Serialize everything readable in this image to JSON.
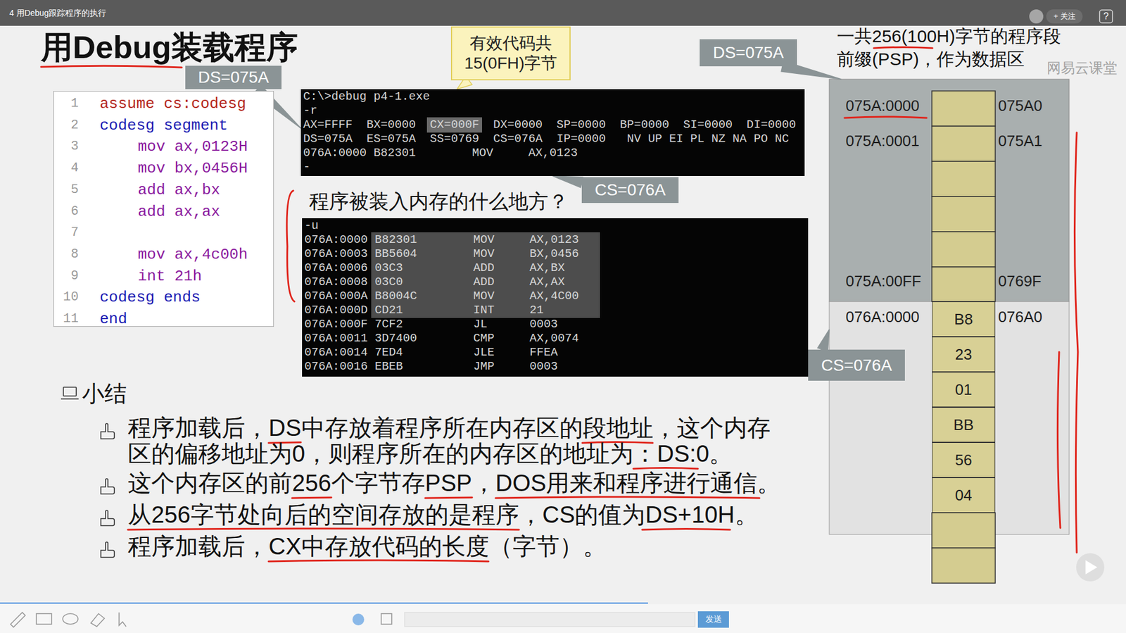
{
  "diagram": {
    "title": "用Debug装载程序",
    "nodes": [
      {
        "text": [
          "+ 关注"
        ]
      },
      {
        "text": [
          "1",
          "assume cs:codesg",
          "2",
          "codesg segment",
          "3",
          "mov ax,0123H",
          "4",
          "mov bx,0456H",
          "5",
          "add ax,bx",
          "6",
          "add ax,ax",
          "7",
          "8",
          "mov ax,4c00h",
          "9",
          "int 21h",
          "10",
          "codesg ends",
          "11",
          "end"
        ]
      },
      {
        "text": [
          "DS=075A"
        ]
      },
      {
        "text": [
          "有效代码共 15(0FH)字节"
        ]
      },
      {
        "text": [
          "C:\\>debug p4-1.exe",
          "-r",
          "AX=FFFF  BX=0000  CX=000F  DX=0000  SP=0000  BP=0000  SI=0000  DI=0000",
          "DS=075A  ES=075A  SS=0769  CS=076A  IP=0000   NV UP EI PL NZ NA PO NC",
          "076A:0000 B82301        MOV     AX,0123",
          "-"
        ]
      },
      {
        "text": [
          "CS=076A"
        ]
      },
      {
        "text": [
          "-u",
          "076A:0000 B82301        MOV     AX,0123",
          "076A:0003 BB5604        MOV     BX,0456",
          "076A:0006 03C3          ADD     AX,BX",
          "076A:0008 03C0          ADD     AX,AX",
          "076A:000A B8004C        MOV     AX,4C00",
          "076A:000D CD21          INT     21",
          "076A:000F 7CF2          JL      0003",
          "076A:0011 3D7400        CMP     AX,0074",
          "076A:0014 7ED4          JLE     FFEA",
          "076A:0016 EBEB          JMP     0003"
        ]
      },
      {
        "text": [
          "DS=075A"
        ]
      },
      {
        "text": [
          "075A:0000",
          "075A0",
          "075A:0001",
          "075A1",
          "075A:00FF",
          "0769F"
        ]
      },
      {
        "text": [
          "076A:0000",
          "076A0"
        ]
      },
      {
        "text": [
          "B8"
        ],
        "in": 9
      },
      {
        "text": [
          "23"
        ],
        "in": 9
      },
      {
        "text": [
          "01"
        ],
        "in": 9
      },
      {
        "text": [
          "BB"
        ],
        "in": 9
      },
      {
        "text": [
          "56"
        ],
        "in": 9
      },
      {
        "text": [
          "04"
        ],
        "in": 9
      },
      {
        "text": [
          "CS=076A"
        ]
      },
      {
        "text": [
          "发送"
        ]
      }
    ],
    "edges": [
      {
        "from": 2,
        "to": 4,
        "arrow": "none"
      },
      {
        "from": 3,
        "to": 4,
        "arrow": "none"
      },
      {
        "from": 5,
        "to": 4,
        "arrow": "none"
      },
      {
        "from": 7,
        "to": 8,
        "arrow": "none"
      },
      {
        "from": 16,
        "to": 9,
        "arrow": "none"
      }
    ],
    "labels": [
      "4 用Debug跟踪程序的执行",
      "?",
      "网易云课堂",
      "一共256(100H)字节的程序段 前缀(PSP)，作为数据区",
      "程序被装入内存的什么地方？",
      "小结",
      "程序加载后，DS中存放着程序所在内存区的段地址，这个内存区的偏移地址为0，则程序所在的内存区的地址为：DS:0。",
      "这个内存区的前256个字节存PSP，DOS用来和程序进行通信。",
      "从256字节处向后的空间存放的是程序，CS的值为DS+10H。",
      "程序加载后，CX中存放代码的长度（字节）。"
    ]
  }
}
